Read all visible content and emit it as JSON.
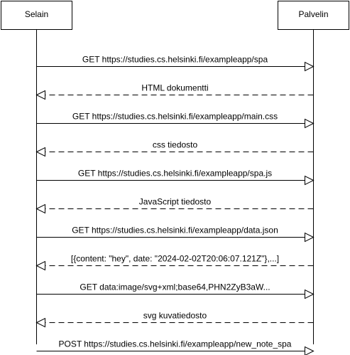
{
  "participants": [
    {
      "id": "client",
      "label": "Selain"
    },
    {
      "id": "server",
      "label": "Palvelin"
    }
  ],
  "messages": [
    {
      "from": "client",
      "to": "server",
      "style": "solid",
      "label": "GET https://studies.cs.helsinki.fi/exampleapp/spa"
    },
    {
      "from": "server",
      "to": "client",
      "style": "dashed",
      "label": "HTML dokumentti"
    },
    {
      "from": "client",
      "to": "server",
      "style": "solid",
      "label": "GET https://studies.cs.helsinki.fi/exampleapp/main.css"
    },
    {
      "from": "server",
      "to": "client",
      "style": "dashed",
      "label": "css tiedosto"
    },
    {
      "from": "client",
      "to": "server",
      "style": "solid",
      "label": "GET https://studies.cs.helsinki.fi/exampleapp/spa.js"
    },
    {
      "from": "server",
      "to": "client",
      "style": "dashed",
      "label": "JavaScript tiedosto"
    },
    {
      "from": "client",
      "to": "server",
      "style": "solid",
      "label": "GET https://studies.cs.helsinki.fi/exampleapp/data.json"
    },
    {
      "from": "server",
      "to": "client",
      "style": "dashed",
      "label": "[{content: \"hey\", date: \"2024-02-02T20:06:07.121Z\"},...]"
    },
    {
      "from": "client",
      "to": "server",
      "style": "solid",
      "label": "GET data:image/svg+xml;base64,PHN2ZyB3aW..."
    },
    {
      "from": "server",
      "to": "client",
      "style": "dashed",
      "label": "svg kuvatiedosto"
    },
    {
      "from": "client",
      "to": "server",
      "style": "solid",
      "label": "POST https://studies.cs.helsinki.fi/exampleapp/new_note_spa"
    }
  ]
}
